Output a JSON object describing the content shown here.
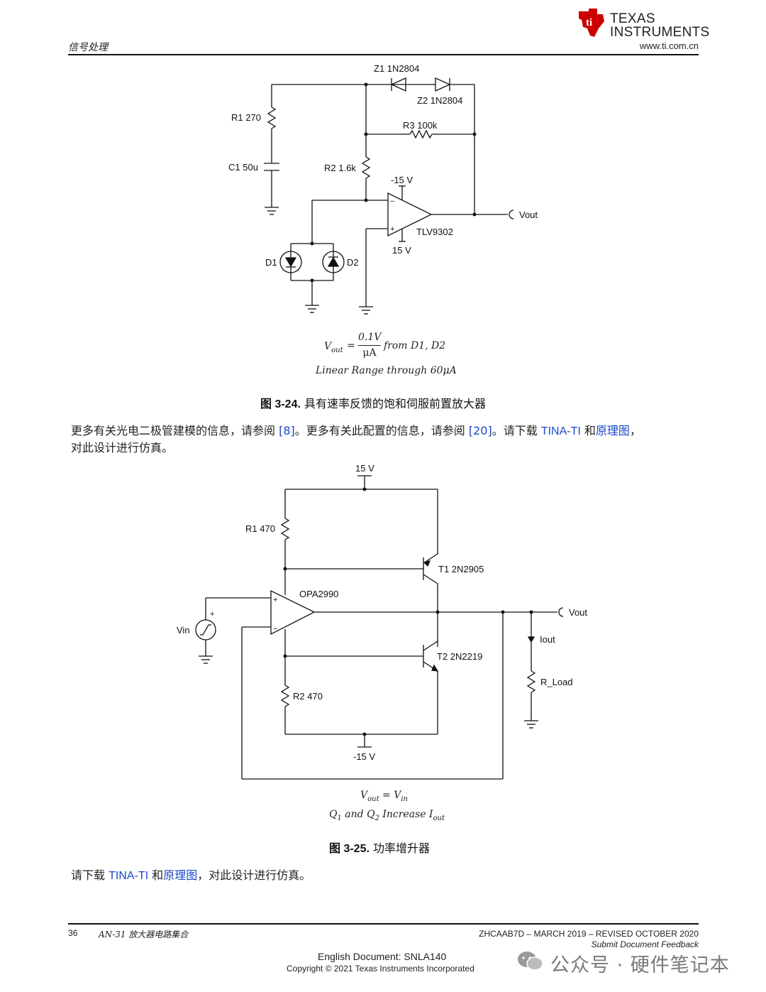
{
  "header": {
    "section": "信号处理",
    "logo_line1": "Texas",
    "logo_line2": "Instruments",
    "url": "www.ti.com.cn",
    "brand_color": "#cc0000"
  },
  "figure1": {
    "labels": {
      "z1": "Z1 1N2804",
      "z2": "Z2 1N2804",
      "r3": "R3 100k",
      "r1": "R1 270",
      "c1": "C1 50u",
      "r2": "R2 1.6k",
      "vneg": "-15 V",
      "vout": "Vout",
      "opamp": "TLV9302",
      "vpos": "15 V",
      "d1": "D1",
      "d2": "D2",
      "minus": "−",
      "plus": "+"
    },
    "eq_vout": "V",
    "eq_vout_sub": "out",
    "eq_equals": "=",
    "eq_num": "0.1V",
    "eq_den": "μA",
    "eq_from": "from D1, D2",
    "eq_range": "Linear Range through 60μA",
    "caption_num": "图 3-24.",
    "caption_text": " 具有速率反馈的饱和伺服前置放大器"
  },
  "para1": {
    "t1": "更多有关光电二极管建模的信息，请参阅 ",
    "l1": "[8]",
    "t2": "。更多有关此配置的信息，请参阅 ",
    "l2": "[20]",
    "t3": "。请下载 ",
    "l3": "TINA-TI",
    "t4": " 和",
    "l4": "原理图",
    "t5": "，",
    "line2": "对此设计进行仿真。"
  },
  "figure2": {
    "labels": {
      "vpos": "15 V",
      "r1": "R1 470",
      "t1": "T1 2N2905",
      "opamp": "OPA2990",
      "vout": "Vout",
      "vin": "Vin",
      "iout": "Iout",
      "t2": "T2 2N2219",
      "rload": "R_Load",
      "r2": "R2 470",
      "vneg": "-15 V",
      "plus": "+",
      "minus": "−"
    },
    "eq1_v": "V",
    "eq1_sub": "out",
    "eq1_eq": " = V",
    "eq1_sub2": "in",
    "eq2_q1": "Q",
    "eq2_q1_sub": "1",
    "eq2_and": " and Q",
    "eq2_q2_sub": "2",
    "eq2_inc": " Increase I",
    "eq2_sub": "out",
    "caption_num": "图 3-25.",
    "caption_text": " 功率增升器"
  },
  "para2": {
    "t1": "请下载 ",
    "l1": "TINA-TI",
    "t2": " 和",
    "l2": "原理图",
    "t3": "，对此设计进行仿真。"
  },
  "footer": {
    "page": "36",
    "doc_title": "AN-31 放大器电路集合",
    "doc_id": "ZHCAAB7D – MARCH 2019 – REVISED OCTOBER 2020",
    "feedback": "Submit Document Feedback",
    "english_doc": "English Document: SNLA140",
    "copyright": "Copyright © 2021 Texas Instruments Incorporated"
  },
  "watermark": "公众号 · 硬件笔记本",
  "colors": {
    "link": "#1a49c9",
    "ink": "#111111"
  }
}
